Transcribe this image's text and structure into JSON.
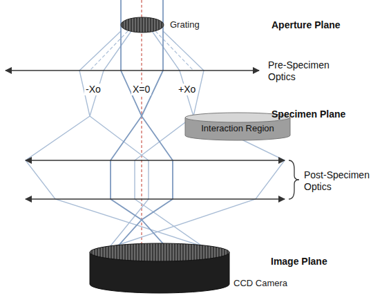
{
  "diagram": {
    "nodes": [
      {
        "text": [
          "Grating"
        ]
      },
      {
        "text": [
          "Interaction Region"
        ]
      },
      {
        "text": [
          "CCD Camera"
        ]
      }
    ],
    "labels": [
      "Aperture Plane",
      "Pre-Specimen Optics",
      "-Xo",
      "X=0",
      "+Xo",
      "Specimen Plane",
      "Post-Specimen Optics",
      "Image Plane"
    ]
  }
}
